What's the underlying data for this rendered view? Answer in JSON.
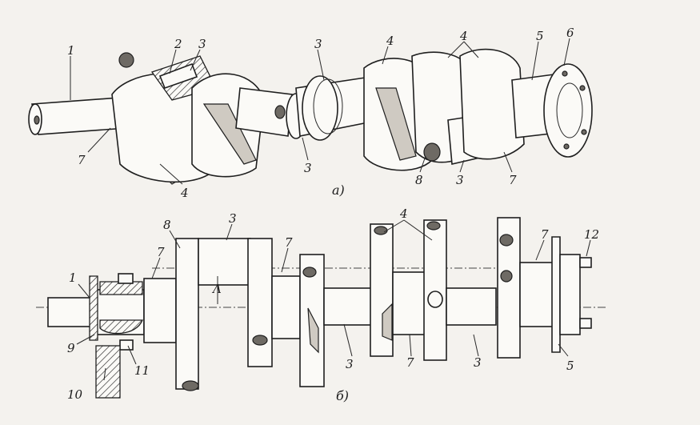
{
  "figure_a": {
    "caption": "а)",
    "labels": [
      "1",
      "2",
      "3",
      "3",
      "4",
      "4",
      "5",
      "6",
      "7",
      "4",
      "3",
      "8",
      "3",
      "7"
    ]
  },
  "figure_b": {
    "caption": "б)",
    "labels": [
      "8",
      "3",
      "4",
      "7",
      "7",
      "12",
      "1",
      "7",
      "9",
      "10",
      "11",
      "3",
      "7",
      "3",
      "5"
    ]
  }
}
